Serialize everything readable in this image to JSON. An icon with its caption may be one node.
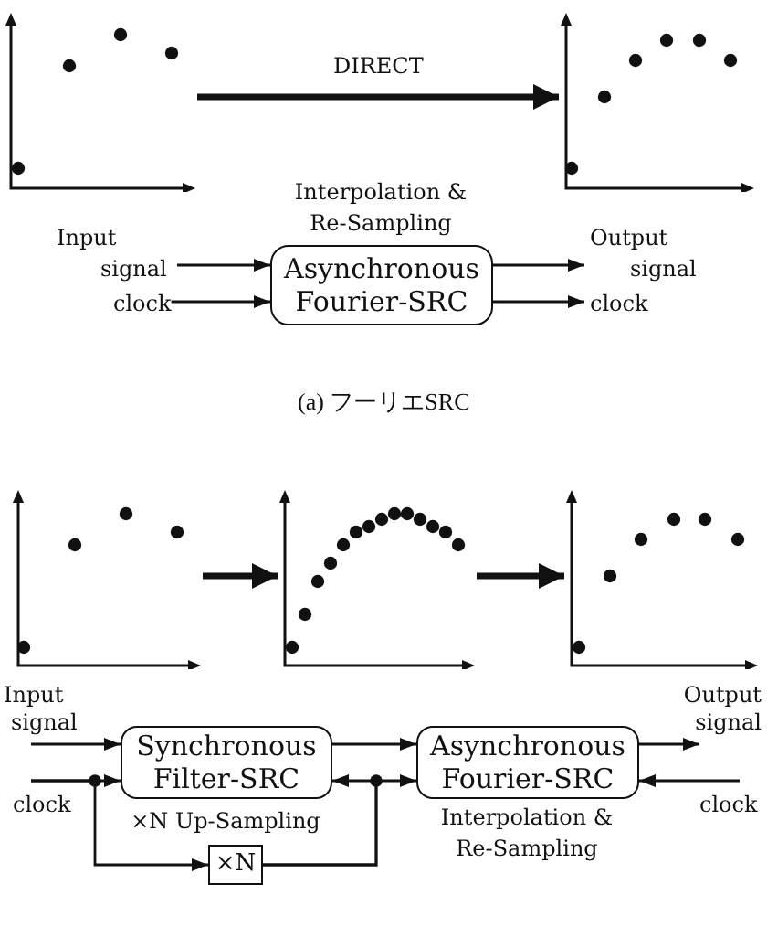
{
  "diagram": {
    "nodes": [
      {
        "text": [],
        "shape": "picture"
      },
      {
        "text": [],
        "shape": "picture"
      },
      {
        "text": [
          "Input signal"
        ]
      },
      {
        "text": [
          "clock"
        ]
      },
      {
        "text": [
          "Asynchronous Fourier-SRC"
        ],
        "beside": [
          "Interpolation & Re-Sampling"
        ]
      },
      {
        "text": [
          "Output signal"
        ]
      },
      {
        "text": [
          "clock"
        ]
      },
      {
        "text": [],
        "shape": "picture"
      },
      {
        "text": [],
        "shape": "picture"
      },
      {
        "text": [],
        "shape": "picture"
      },
      {
        "text": [
          "Input signal"
        ]
      },
      {
        "text": [
          "clock"
        ]
      },
      {
        "text": [
          "Synchronous Filter-SRC"
        ],
        "beside": [
          "×N Up-Sampling"
        ]
      },
      {
        "text": [
          "Asynchronous Fourier-SRC"
        ],
        "beside": [
          "Interpolation & Re-Sampling"
        ]
      },
      {
        "text": [
          "Output signal"
        ]
      },
      {
        "text": [
          "clock"
        ]
      },
      {
        "text": [
          "×N"
        ]
      }
    ],
    "edges": [
      {
        "from": 0,
        "to": 1,
        "arrow": "to",
        "label": "DIRECT",
        "style": "thick"
      },
      {
        "from": 2,
        "to": 4,
        "arrow": "to"
      },
      {
        "from": 3,
        "to": 4,
        "arrow": "to"
      },
      {
        "from": 4,
        "to": 5,
        "arrow": "to"
      },
      {
        "from": 4,
        "to": 6,
        "arrow": "to"
      },
      {
        "from": 7,
        "to": 8,
        "arrow": "to",
        "style": "thick"
      },
      {
        "from": 8,
        "to": 9,
        "arrow": "to",
        "style": "thick"
      },
      {
        "from": 10,
        "to": 12,
        "arrow": "to"
      },
      {
        "from": 11,
        "to": 12,
        "arrow": "to"
      },
      {
        "from": 11,
        "to": 16,
        "arrow": "to"
      },
      {
        "from": 12,
        "to": 13,
        "arrow": "to"
      },
      {
        "from": 16,
        "to": 12,
        "arrow": "to"
      },
      {
        "from": 16,
        "to": 13,
        "arrow": "to"
      },
      {
        "from": 13,
        "to": 14,
        "arrow": "to"
      },
      {
        "from": 15,
        "to": 13,
        "arrow": "to"
      }
    ],
    "labels": [
      "(a) フーリエSRC"
    ]
  }
}
